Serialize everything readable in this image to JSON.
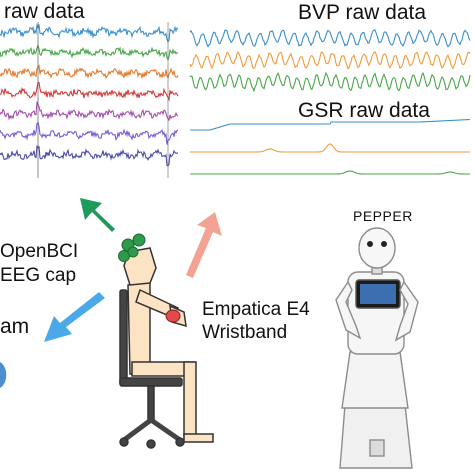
{
  "panels": {
    "eeg_title": "raw data",
    "bvp_title": "BVP raw data",
    "gsr_title": "GSR raw data"
  },
  "labels": {
    "eeg_device_line1": "OpenBCI",
    "eeg_device_line2": "EEG cap",
    "wristband_line1": "Empatica E4",
    "wristband_line2": "Wristband",
    "camera_partial": "am",
    "robot": "PEPPER"
  },
  "colors": {
    "eeg_traces": [
      "#3a8fce",
      "#49a64b",
      "#e27c2f",
      "#d43a3a",
      "#a64db0",
      "#7a5bd0",
      "#4a4aa8"
    ],
    "bvp_traces": [
      "#3a8fce",
      "#f29b3a",
      "#49a64b"
    ],
    "gsr_traces": [
      "#3a8fce",
      "#f29b3a",
      "#49a64b"
    ],
    "arrow_eeg": "#1e9a5a",
    "arrow_wrist": "#f4a293",
    "arrow_camera": "#4aa9e6",
    "skin": "#fbe3c3",
    "cap": "#2e9b4a"
  }
}
